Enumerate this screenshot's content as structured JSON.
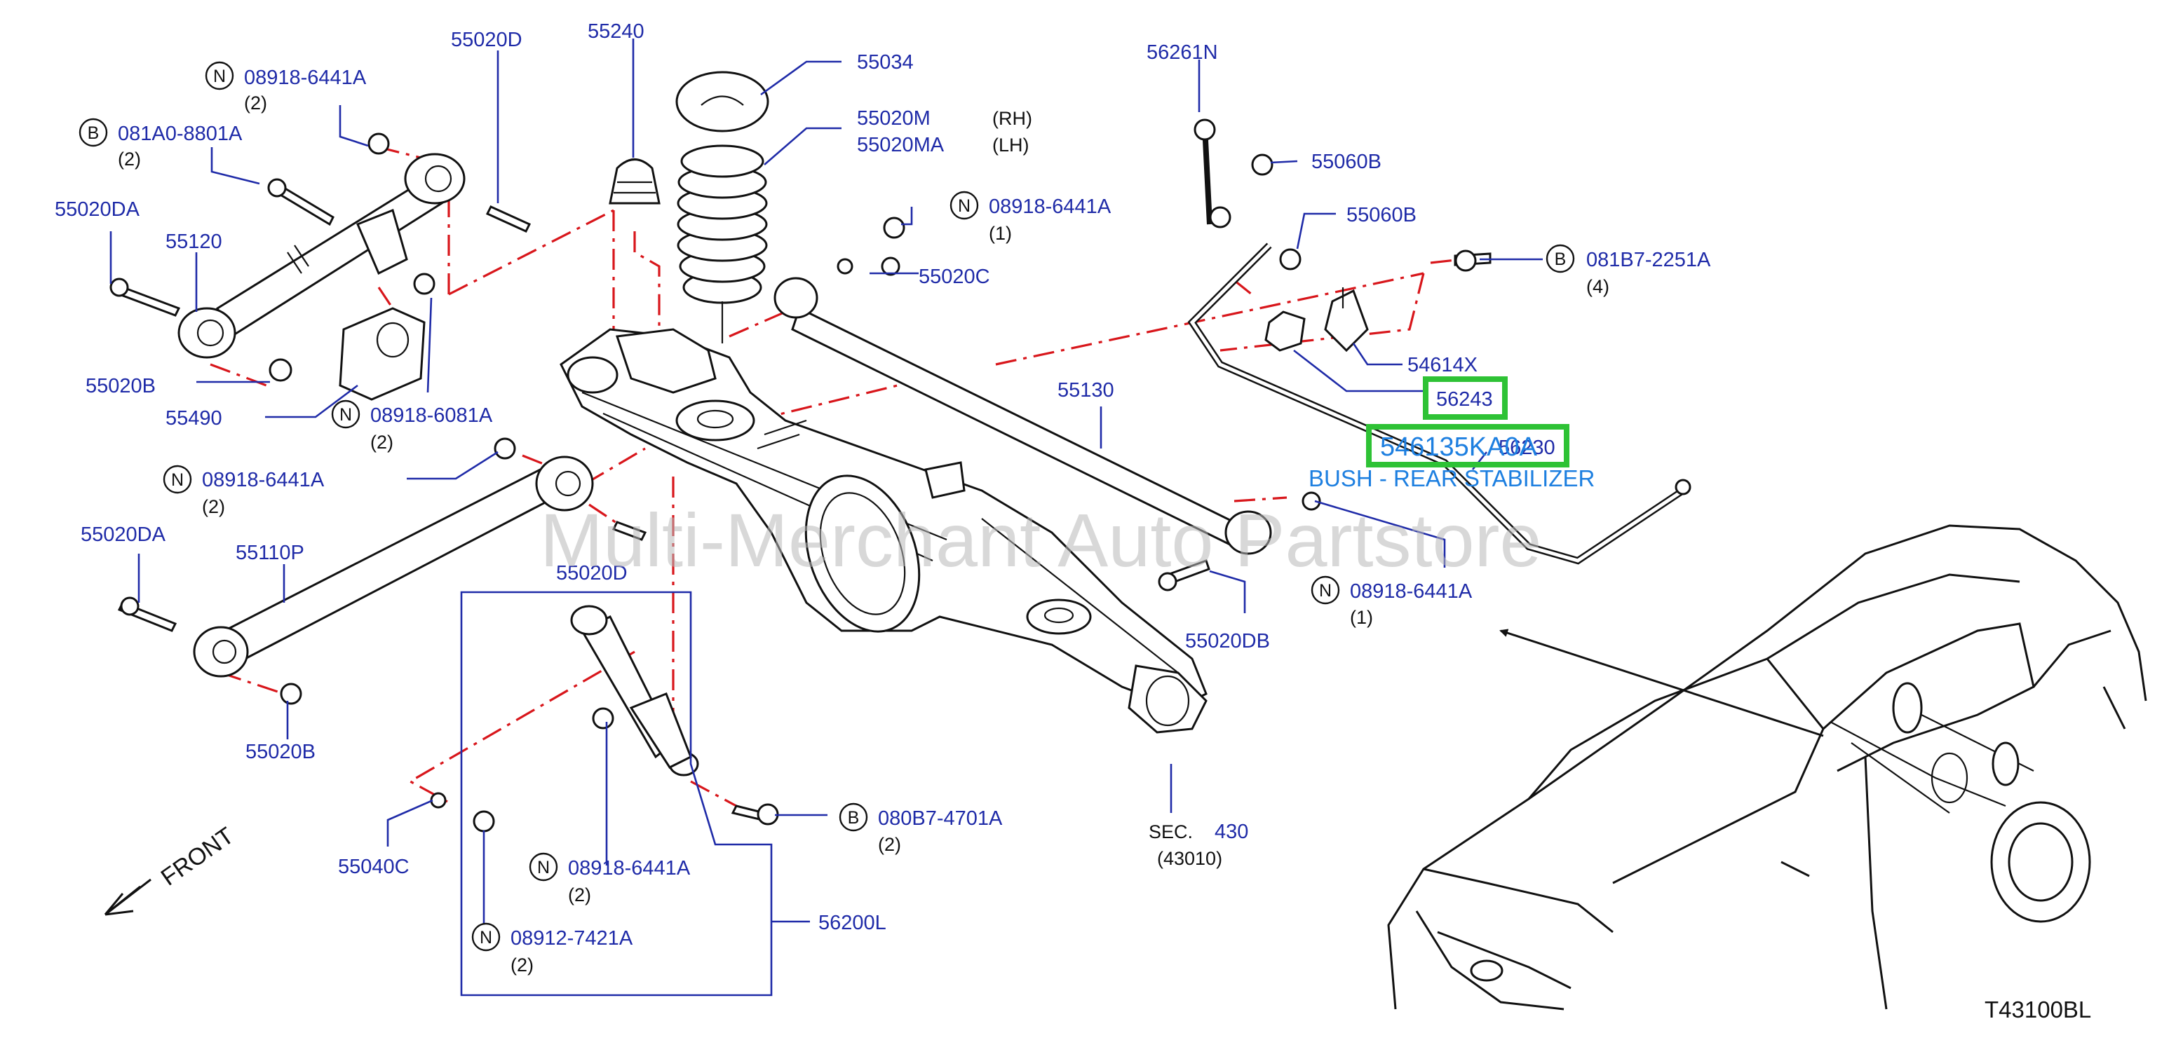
{
  "diagram_code": "T43100BL",
  "watermark": "Multi-Merchant Auto Partstore",
  "front_label": "FRONT",
  "highlight": {
    "part_number": "546135KA0A",
    "description": "BUSH - REAR STABILIZER",
    "callout": "56243"
  },
  "sec_ref": {
    "label": "SEC.",
    "number": "430",
    "sub": "(43010)"
  },
  "labels": {
    "p55240": "55240",
    "p55020D_top": "55020D",
    "p55034": "55034",
    "p55020M": "55020M",
    "p55020M_side": "(RH)",
    "p55020MA": "55020MA",
    "p55020MA_side": "(LH)",
    "p56261N": "56261N",
    "p55060B_a": "55060B",
    "p55060B_b": "55060B",
    "p08918_6441A_a": "08918-6441A",
    "p08918_6441A_a_qty": "(2)",
    "p081A0_8801A": "081A0-8801A",
    "p081A0_8801A_qty": "(2)",
    "p55020DA_top": "55020DA",
    "p55120": "55120",
    "p55020B_top": "55020B",
    "p55490": "55490",
    "p08918_6081A": "08918-6081A",
    "p08918_6081A_qty": "(2)",
    "p08918_6441A_b": "08918-6441A",
    "p08918_6441A_b_qty": "(1)",
    "p55020C": "55020C",
    "p081B7_2251A": "081B7-2251A",
    "p081B7_2251A_qty": "(4)",
    "p54614X": "54614X",
    "p55130": "55130",
    "p56230": "56230",
    "p08918_6441A_c": "08918-6441A",
    "p08918_6441A_c_qty": "(2)",
    "p55020DA_low": "55020DA",
    "p55110P": "55110P",
    "p55020D_low": "55020D",
    "p55020DB": "55020DB",
    "p08918_6441A_d": "08918-6441A",
    "p08918_6441A_d_qty": "(1)",
    "p55020B_low": "55020B",
    "p080B7_4701A": "080B7-4701A",
    "p080B7_4701A_qty": "(2)",
    "p08918_6441A_e": "08918-6441A",
    "p08918_6441A_e_qty": "(2)",
    "p55040C": "55040C",
    "p08912_7421A": "08912-7421A",
    "p08912_7421A_qty": "(2)",
    "p56200L": "56200L"
  },
  "markers": {
    "n": "N",
    "b": "B"
  },
  "colors": {
    "part_number_blue": "#1f2ba8",
    "dash_red": "#d8161b",
    "highlight_green": "#2ec235",
    "highlight_text_blue": "#1d7fe0"
  }
}
